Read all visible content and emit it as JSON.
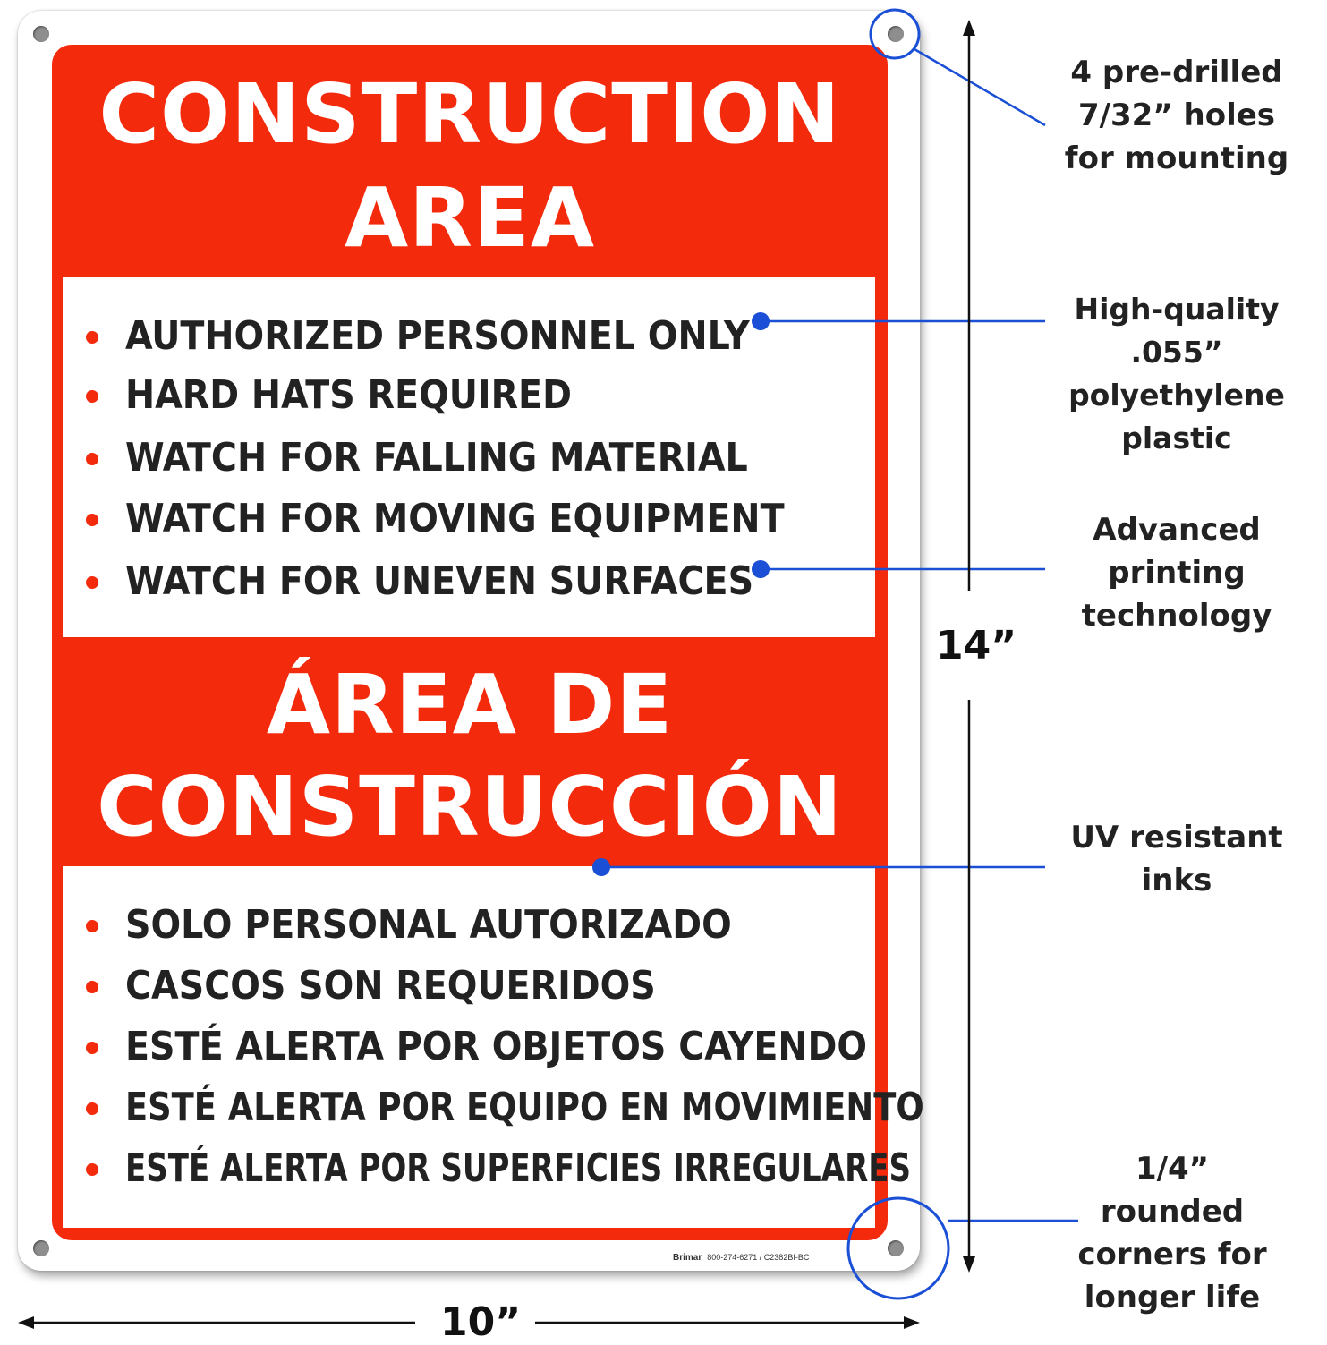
{
  "sign": {
    "heading_en": [
      "CONSTRUCTION",
      "AREA"
    ],
    "items_en": [
      "AUTHORIZED PERSONNEL ONLY",
      "HARD HATS REQUIRED",
      "WATCH FOR FALLING MATERIAL",
      "WATCH FOR MOVING EQUIPMENT",
      "WATCH FOR UNEVEN SURFACES"
    ],
    "heading_es": [
      "ÁREA DE",
      "CONSTRUCCIÓN"
    ],
    "items_es": [
      "SOLO PERSONAL AUTORIZADO",
      "CASCOS SON REQUERIDOS",
      "ESTÉ ALERTA POR OBJETOS CAYENDO",
      "ESTÉ ALERTA POR EQUIPO EN MOVIMIENTO",
      "ESTÉ ALERTA POR SUPERFICIES IRREGULARES"
    ],
    "footer_brand": "Brimar",
    "footer_code": "800-274-6271 / C2382BI-BC"
  },
  "callouts": {
    "holes": [
      "4 pre-drilled",
      "7/32” holes",
      "for mounting"
    ],
    "material": [
      "High-quality",
      ".055” polyethylene",
      "plastic"
    ],
    "printing": [
      "Advanced",
      "printing",
      "technology"
    ],
    "inks": [
      "UV resistant",
      "inks"
    ],
    "corners": [
      "1/4”",
      "rounded",
      "corners for",
      "longer life"
    ]
  },
  "dimensions": {
    "height": "14”",
    "width": "10”"
  },
  "colors": {
    "sign_red": "#f42a0c",
    "callout_blue": "#1a4fd6",
    "text_dark": "#222222"
  }
}
